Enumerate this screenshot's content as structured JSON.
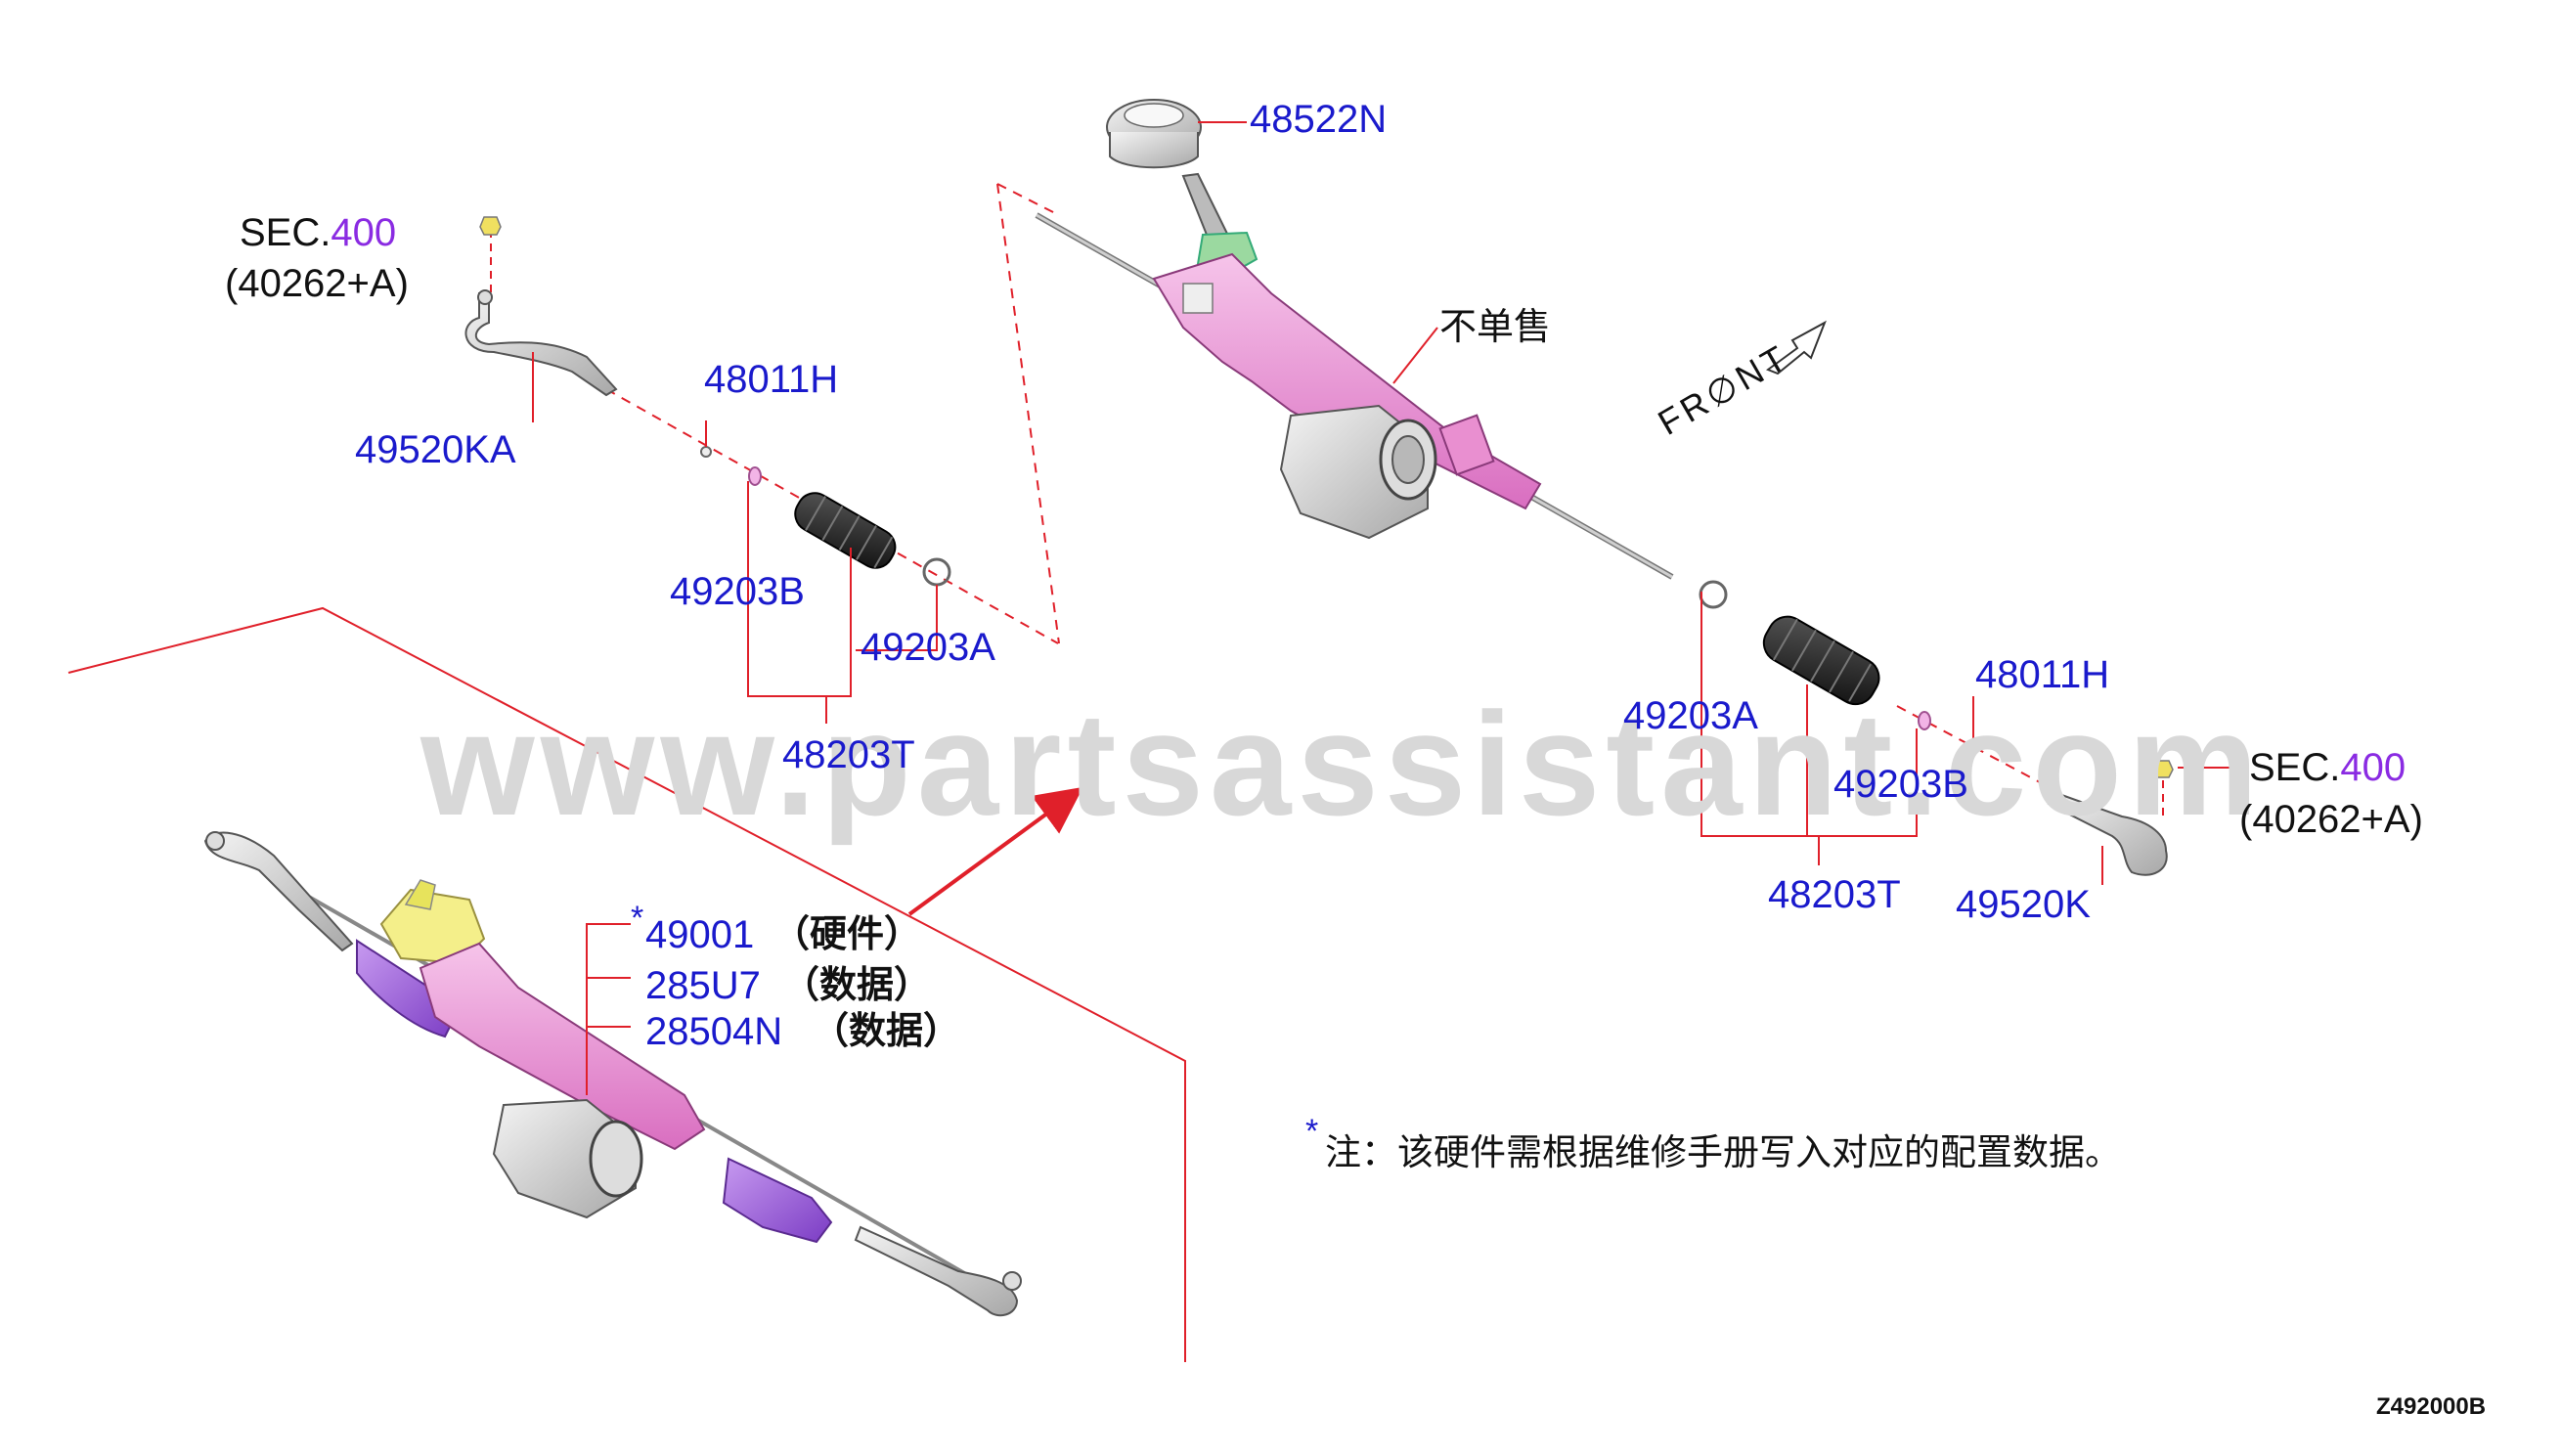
{
  "watermark": "www.partsassistant.com",
  "diagram_code": "Z492000B",
  "front_label": "FR∅NT",
  "not_sold_separately": "不单售",
  "note": {
    "star": "*",
    "text": "注：该硬件需根据维修手册写入对应的配置数据。"
  },
  "left_assembly": {
    "sec_prefix": "SEC.",
    "sec_number": "400",
    "sec_sub": "(40262+A)",
    "tie_rod_end": "49520KA",
    "lock_nut": "48011H",
    "clamp_small": "49203B",
    "clamp_large": "49203A",
    "boot_kit": "48203T"
  },
  "right_assembly": {
    "pinion_cover": "48522N",
    "clamp_large": "49203A",
    "lock_nut": "48011H",
    "clamp_small": "49203B",
    "boot_kit": "48203T",
    "tie_rod_end": "49520K",
    "sec_prefix": "SEC.",
    "sec_number": "400",
    "sec_sub": "(40262+A)"
  },
  "gear_assembly": {
    "star": "*",
    "items": [
      {
        "part": "49001",
        "note": "（硬件）"
      },
      {
        "part": "285U7",
        "note": "（数据）"
      },
      {
        "part": "28504N",
        "note": "（数据）"
      }
    ]
  },
  "colors": {
    "part_number": "#1a1acc",
    "sec_number": "#8a2be2",
    "leader_red": "#e0202a",
    "rack_pink": "#e98fd0",
    "boot_purple": "#9b59d6"
  }
}
